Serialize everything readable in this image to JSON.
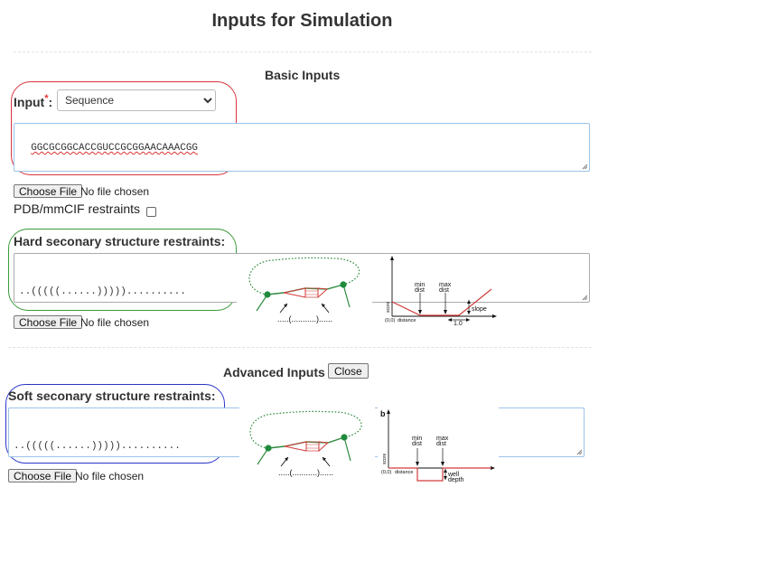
{
  "page": {
    "title": "Inputs for Simulation"
  },
  "basic": {
    "title": "Basic Inputs",
    "input_label": "Input",
    "required_mark": "*",
    "input_colon": ":",
    "select_value": "Sequence",
    "sequence": "GGCGCGGCACCGUCCGCGGAACAAACGG",
    "file_button": "Choose File",
    "file_status": "No file chosen",
    "pdb_label": "PDB/mmCIF restraints"
  },
  "hard": {
    "label": "Hard seconary structure restraints:",
    "line1": "..(((((......)))))..........",
    "line2": ".........(((.............)))",
    "file_button": "Choose File",
    "file_status": "No file chosen",
    "diagram": {
      "dotbracket": ".....(...........)......",
      "min_dist": [
        "min",
        "dist"
      ],
      "max_dist": [
        "max",
        "dist"
      ],
      "slope": "slope",
      "score": "score",
      "distance": "distance",
      "origin": "(0,0)",
      "unit": "1.0"
    }
  },
  "advanced": {
    "title": "Advanced Inputs",
    "close_button": "Close"
  },
  "soft": {
    "label": "Soft seconary structure restraints:",
    "line1": "..(((((......)))))..........",
    "line2": ".........(((.............)))",
    "file_button": "Choose File",
    "file_status": "No file chosen",
    "diagram": {
      "dotbracket": ".....(...........)......",
      "b_label": "b",
      "min_dist": [
        "min",
        "dist"
      ],
      "max_dist": [
        "max",
        "dist"
      ],
      "score": "score",
      "distance": "distance",
      "origin": "(0,0)",
      "well_depth": [
        "well",
        "depth"
      ]
    }
  },
  "colors": {
    "outline_basic": "#d8343c",
    "outline_hard": "#3b9a3b",
    "outline_soft": "#2a35c8",
    "rna_green": "#1f8a3c",
    "restraint_red": "#d23a3a"
  }
}
